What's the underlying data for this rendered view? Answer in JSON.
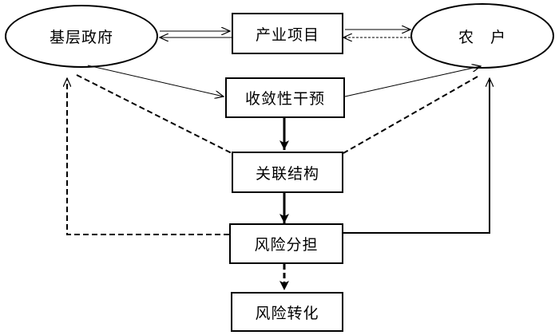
{
  "nodes": {
    "government": "基层政府",
    "farmers": "农　户",
    "industry_project": "产业项目",
    "convergent_intervention": "收敛性干预",
    "relational_structure": "关联结构",
    "risk_sharing": "风险分担",
    "risk_transformation": "风险转化"
  },
  "colors": {
    "line": "#000000",
    "background": "#ffffff"
  }
}
